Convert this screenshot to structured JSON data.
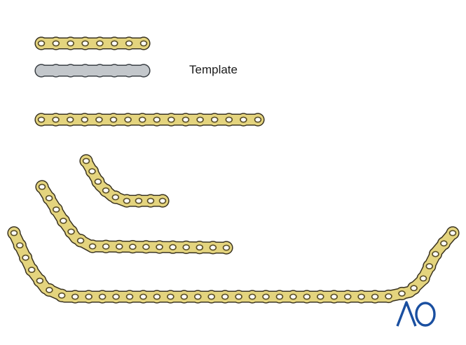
{
  "labels": {
    "template": "Template"
  },
  "logo": {
    "text": "AO",
    "color": "#1a4fa0"
  },
  "colors": {
    "plate_fill": "#e4d47e",
    "plate_stroke": "#3a3320",
    "hole_fill": "#ffffff",
    "hole_ring": "#5a4e26",
    "template_fill": "#c3c7cb",
    "template_stroke": "#3a3f44"
  },
  "plates": [
    {
      "name": "plate-8-hole",
      "holes": 8,
      "kind": "straight"
    },
    {
      "name": "template",
      "holes": 8,
      "kind": "template"
    },
    {
      "name": "plate-16-hole",
      "holes": 16,
      "kind": "straight"
    },
    {
      "name": "plate-bent-small",
      "holes": 9,
      "kind": "bent"
    },
    {
      "name": "plate-bent-medium",
      "holes": 17,
      "kind": "bent"
    },
    {
      "name": "plate-bent-long",
      "holes": 38,
      "kind": "bent"
    }
  ]
}
